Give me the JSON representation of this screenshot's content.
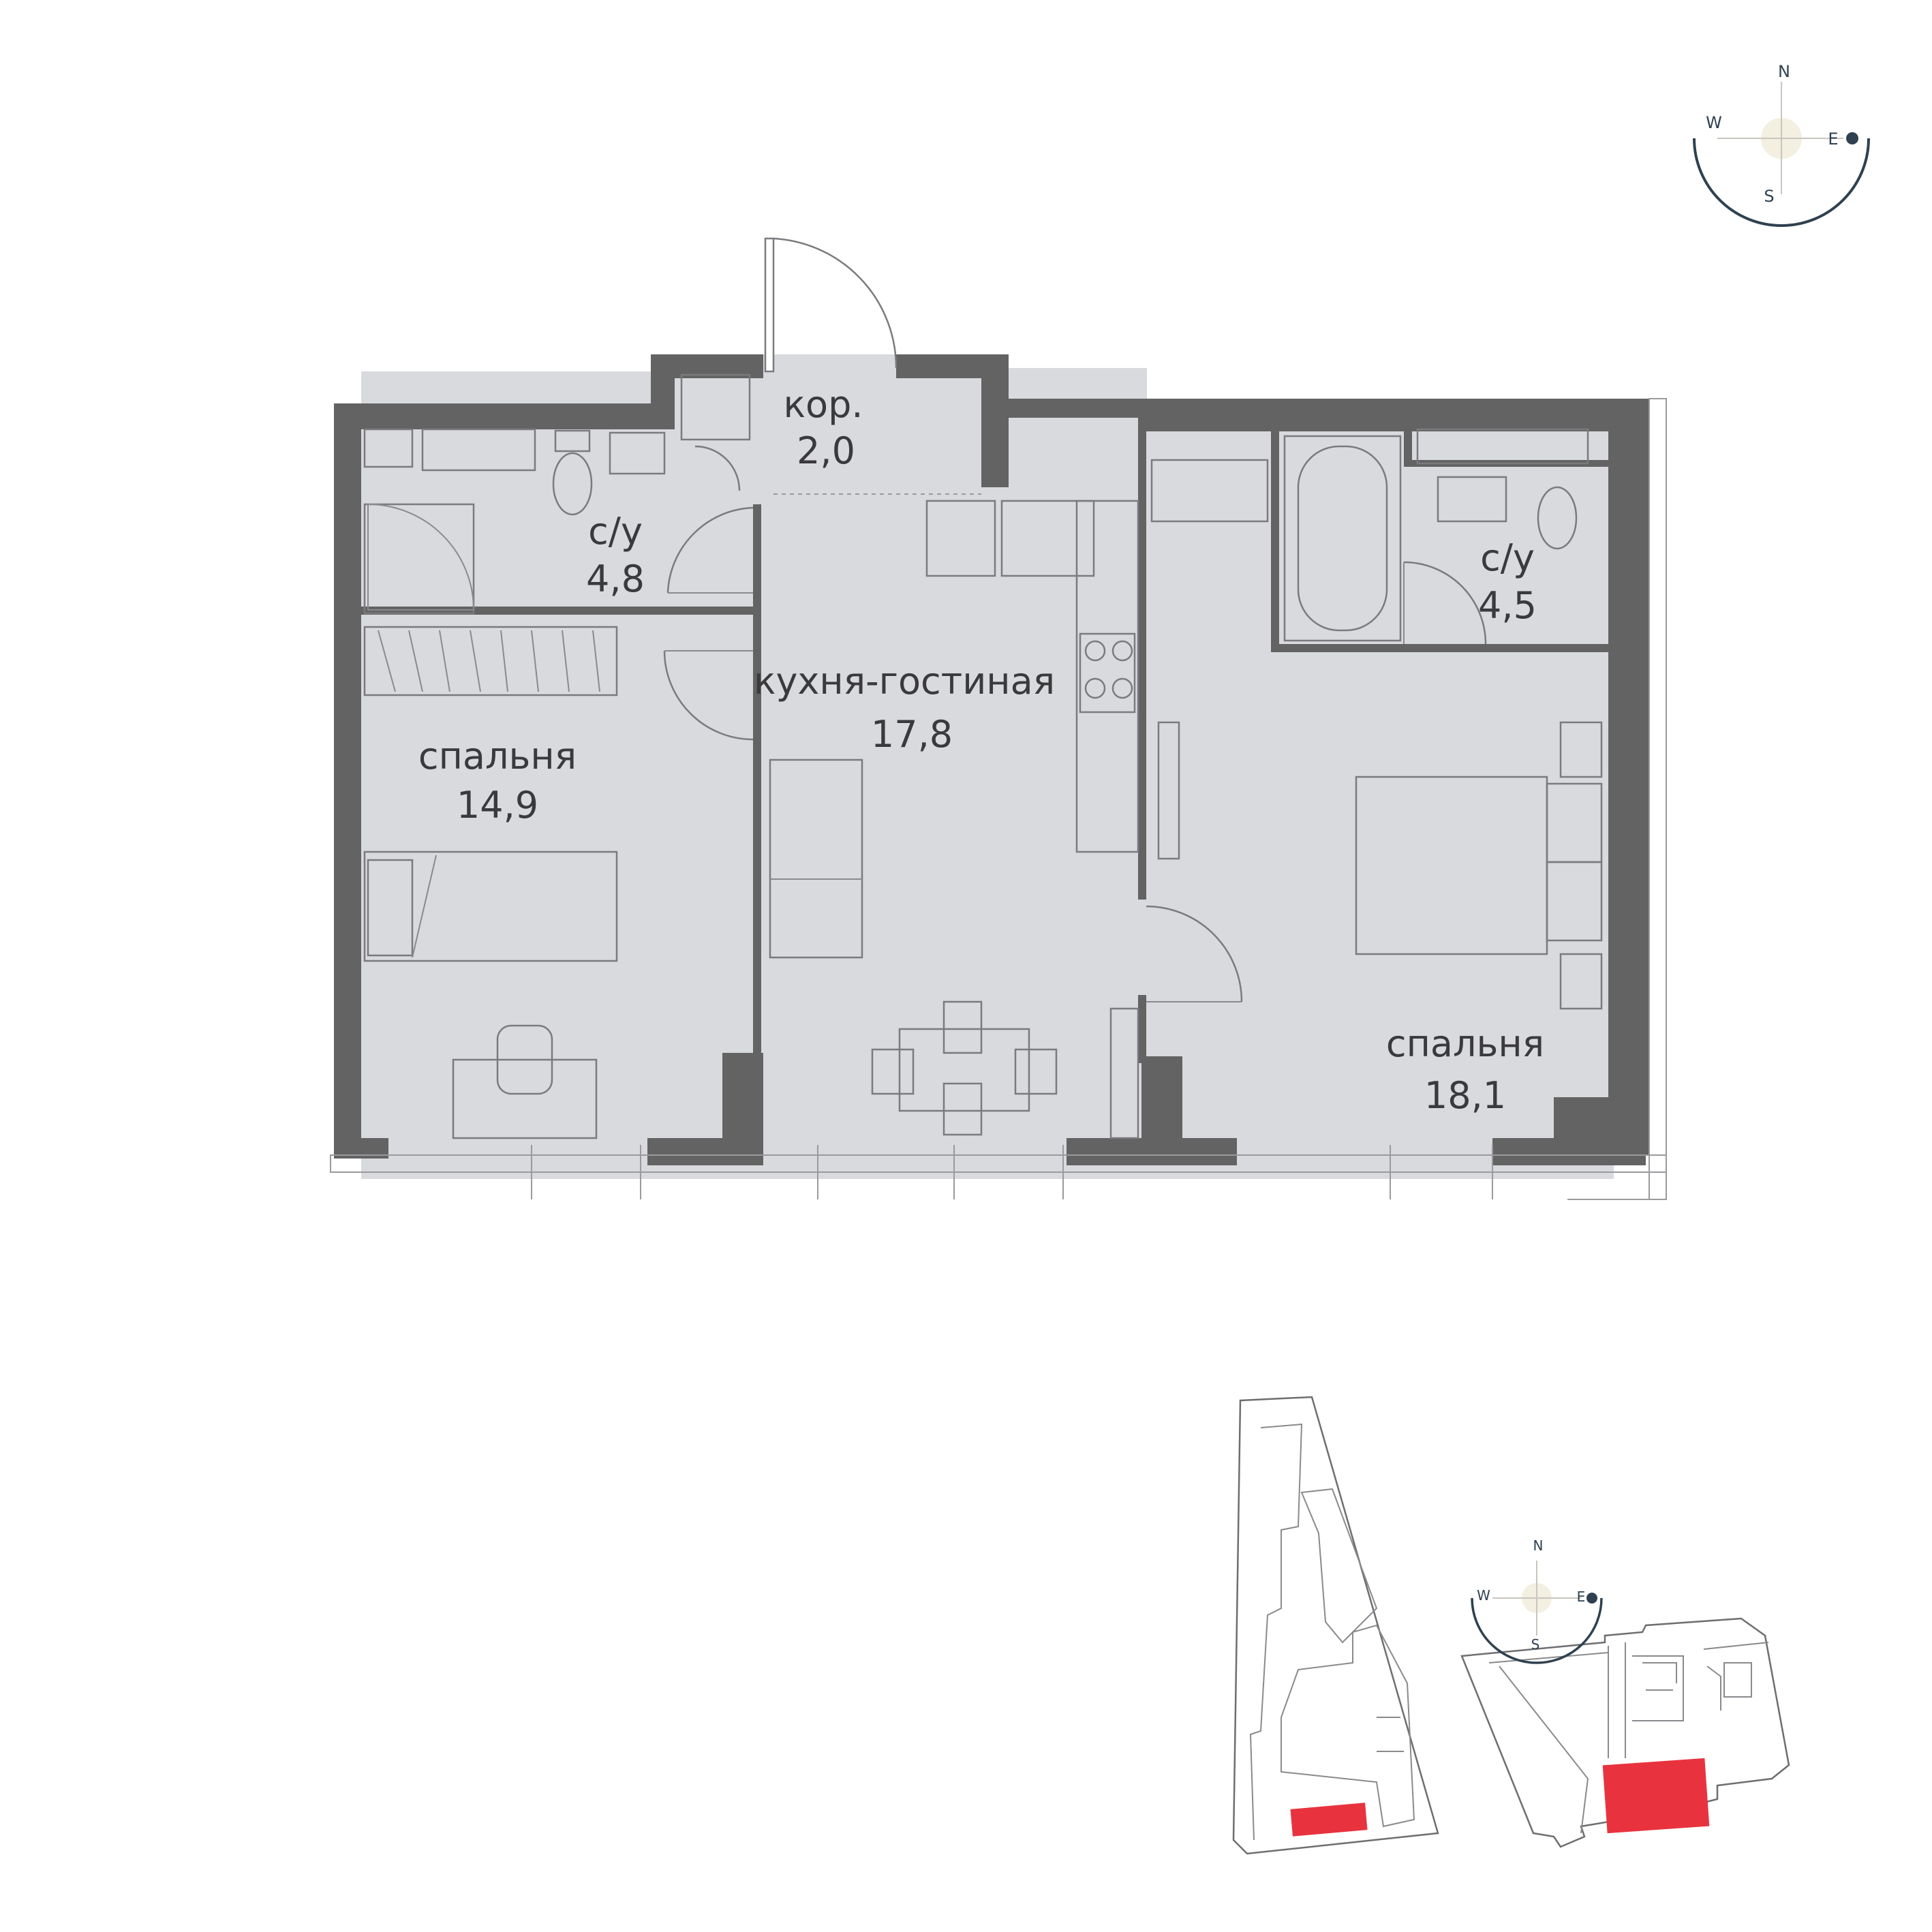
{
  "rooms": {
    "corridor": {
      "name": "кор.",
      "area": "2,0"
    },
    "bath_left": {
      "name": "с/у",
      "area": "4,8"
    },
    "bath_right": {
      "name": "с/у",
      "area": "4,5"
    },
    "kitchen_living": {
      "name": "кухня-гостиная",
      "area": "17,8"
    },
    "bedroom_left": {
      "name": "спальня",
      "area": "14,9"
    },
    "bedroom_right": {
      "name": "спальня",
      "area": "18,1"
    }
  },
  "compass_main": {
    "n": "N",
    "e": "E",
    "s": "S",
    "w": "W"
  },
  "compass_small": {
    "n": "N",
    "e": "E",
    "s": "S",
    "w": "W"
  },
  "colors": {
    "wall": "#636363",
    "room": "#d9dadd",
    "highlight": "#e8333f",
    "compass": "#2f4150"
  }
}
